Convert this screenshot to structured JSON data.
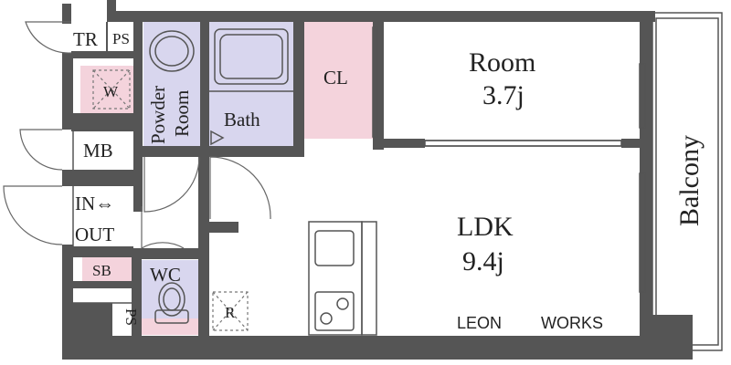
{
  "labels": {
    "tr": "TR",
    "ps_top": "PS",
    "w": "W",
    "powder_room_1": "Powder",
    "powder_room_2": "Room",
    "bath": "Bath",
    "cl": "CL",
    "room_name": "Room",
    "room_size": "3.7j",
    "mb": "MB",
    "in_out_1": "IN⇔",
    "in_out_2": "OUT",
    "sb": "SB",
    "wc": "WC",
    "r": "R",
    "ps_bottom": "PS",
    "ldk_name": "LDK",
    "ldk_size": "9.4j",
    "brand_1": "LEON",
    "brand_2": "WORKS",
    "balcony": "Balcony"
  },
  "colors": {
    "wall": "#555555",
    "pink": "#f4d3dc",
    "lavender": "#d8d6ee",
    "balcony_fill": "#ffffff"
  }
}
